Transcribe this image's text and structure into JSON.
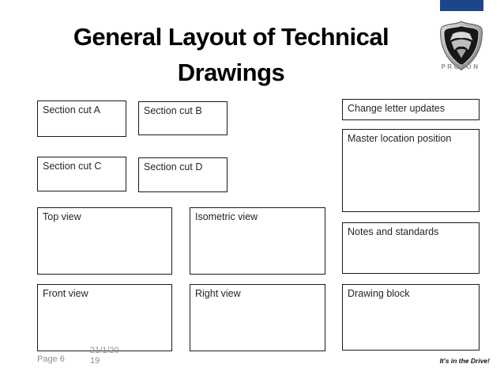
{
  "slide": {
    "title": "General Layout of Technical Drawings"
  },
  "logo": {
    "brand": "PROTON",
    "accent_color": "#1b4688"
  },
  "layout_boxes": {
    "section_cut_a": "Section cut A",
    "section_cut_b": "Section cut B",
    "section_cut_c": "Section cut C",
    "section_cut_d": "Section cut D",
    "top_view": "Top view",
    "isometric_view": "Isometric view",
    "front_view": "Front view",
    "right_view": "Right view",
    "change_letter_updates": "Change letter updates",
    "master_location_position": "Master location position",
    "notes_and_standards": "Notes and standards",
    "drawing_block": "Drawing block"
  },
  "footer": {
    "page_label": "Page 6",
    "date_lines": [
      "21/1/20",
      "19"
    ],
    "slogan": "It's in the Drive!"
  }
}
